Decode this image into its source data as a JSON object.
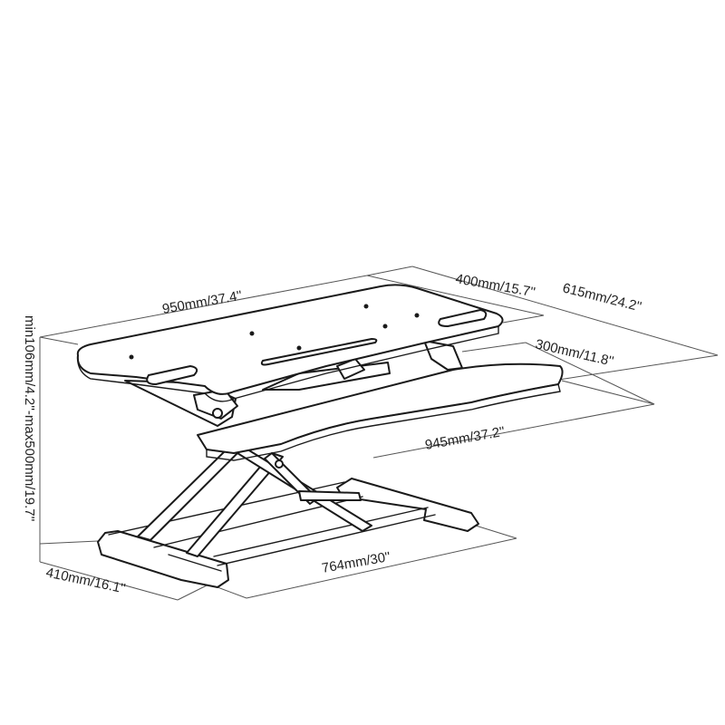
{
  "diagram": {
    "labels": {
      "top_width": "950mm/37.4''",
      "top_depth": "400mm/15.7''",
      "total_depth": "615mm/24.2''",
      "keyboard_depth": "300mm/11.8''",
      "keyboard_width": "945mm/37.2''",
      "height_range": "min106mm/4.2''-max500mm/19.7''",
      "base_depth": "410mm/16.1''",
      "base_width": "764mm/30''"
    }
  }
}
